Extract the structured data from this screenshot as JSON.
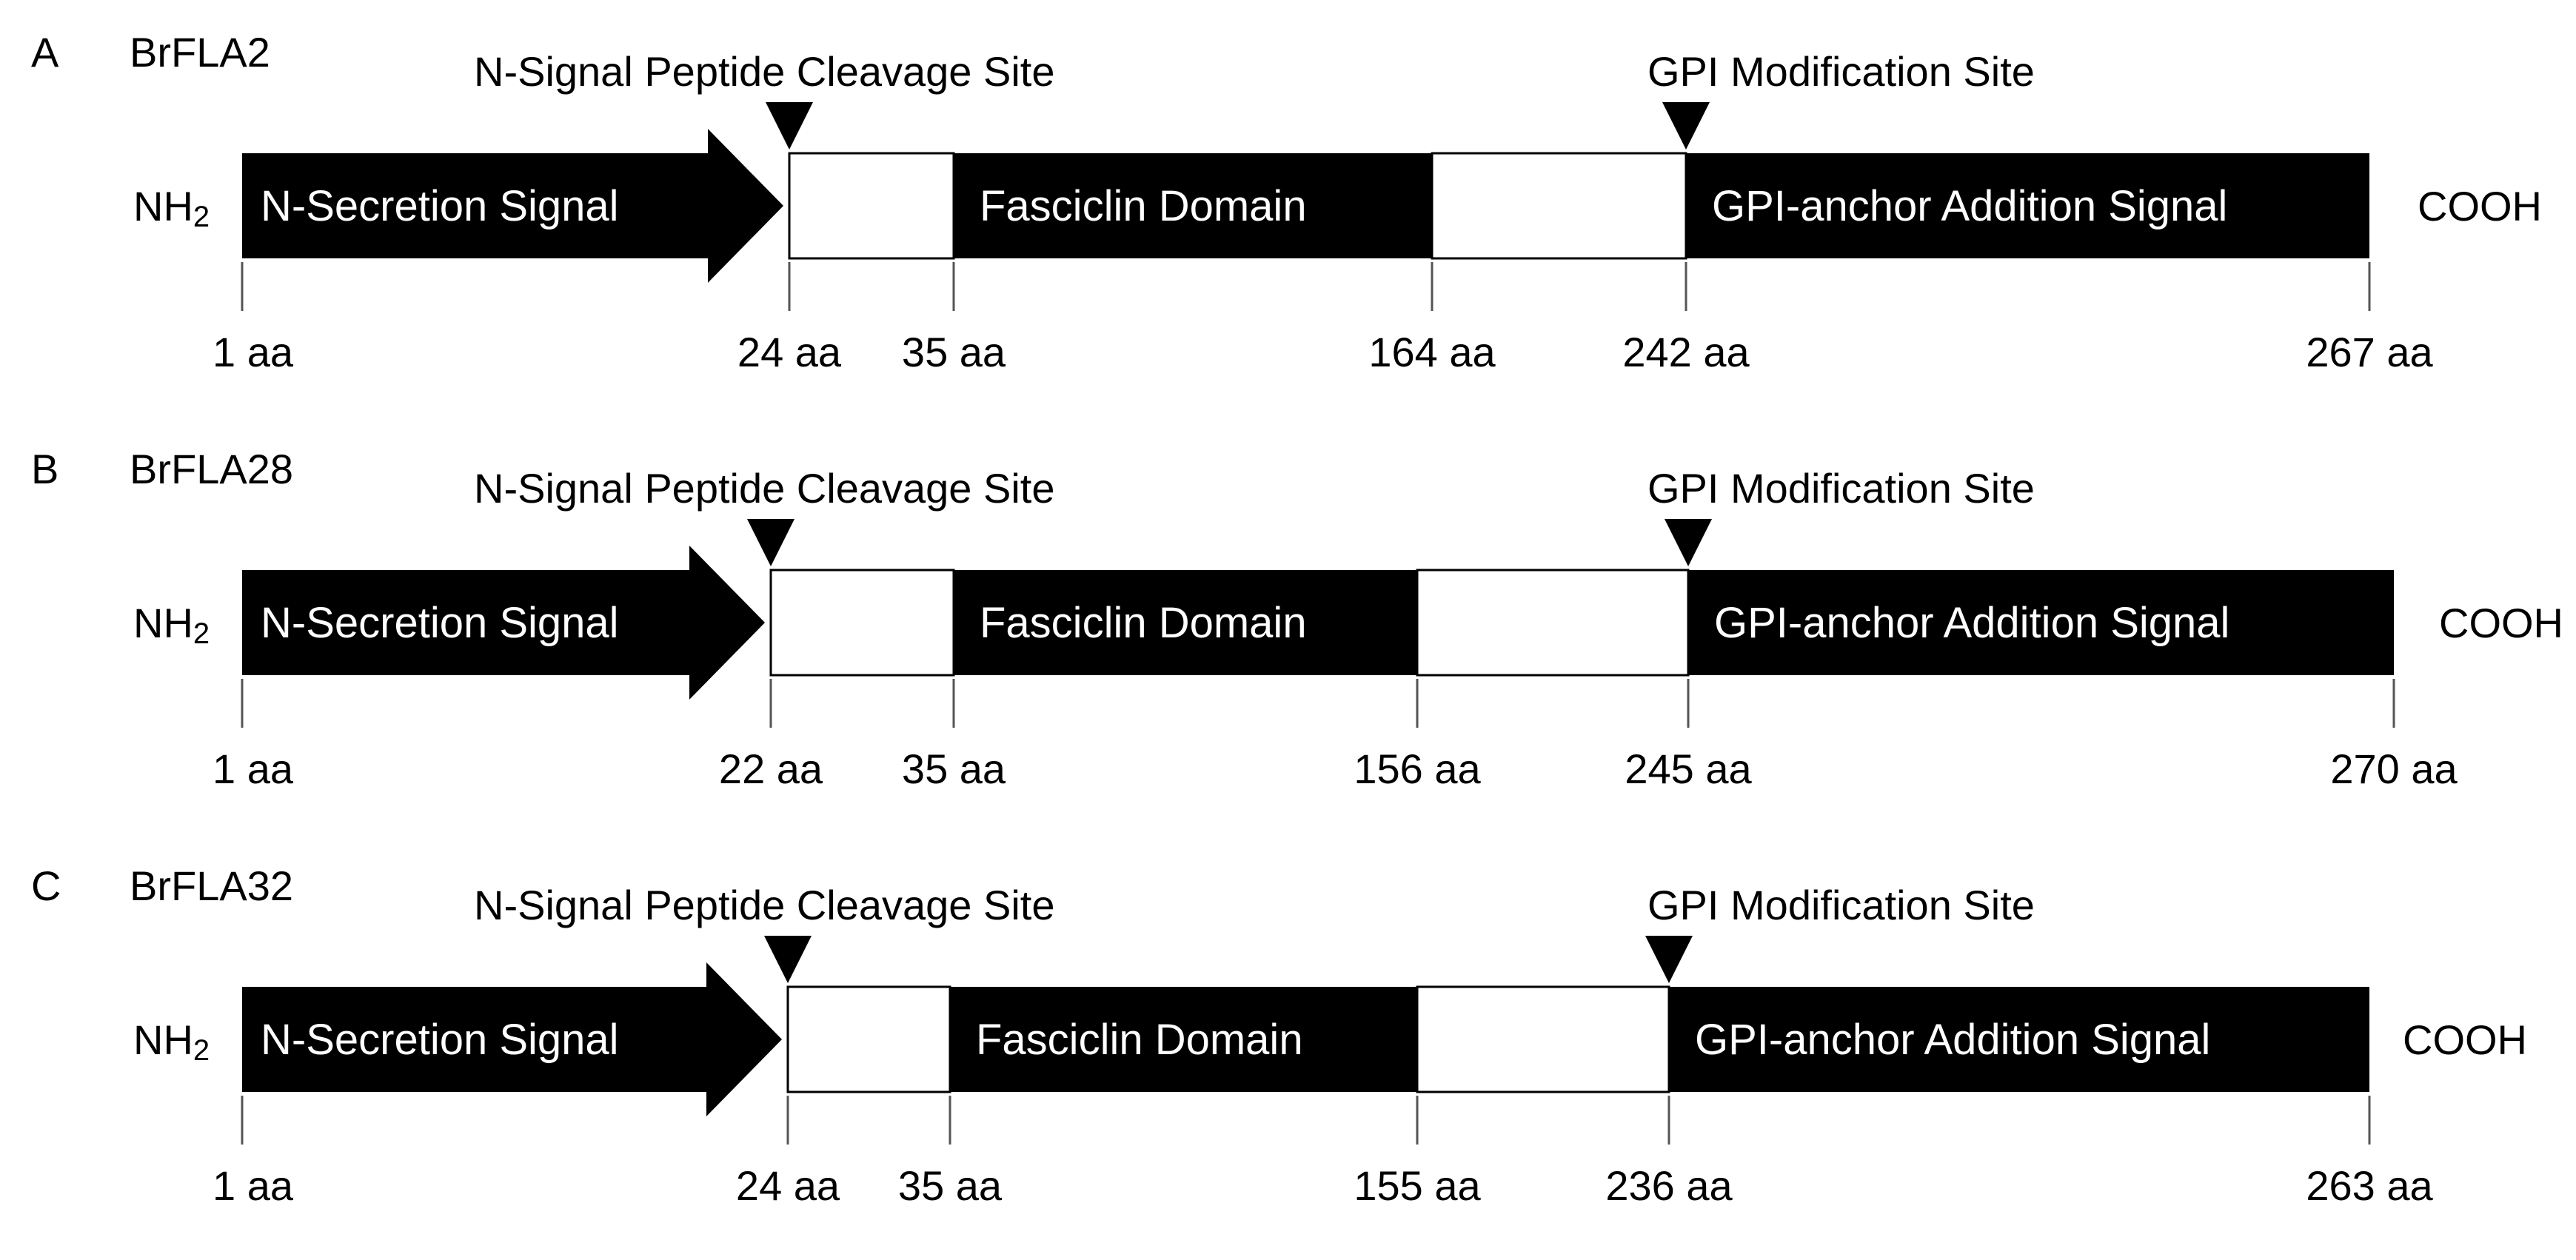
{
  "figure": {
    "panels": [
      {
        "letter": "A",
        "protein": "BrFLA2",
        "cleavage_label": "N-Signal Peptide Cleavage Site",
        "gpi_label": "GPI Modification Site",
        "n_terminus": "NH",
        "n_terminus_sub": "2",
        "c_terminus": "COOH",
        "segment_labels": {
          "secretion": "N-Secretion Signal",
          "fasciclin": "Fasciclin Domain",
          "gpi_anchor": "GPI-anchor Addition Signal"
        },
        "positions": [
          1,
          24,
          35,
          164,
          242,
          267
        ],
        "position_labels": [
          "1 aa",
          "24 aa",
          "35 aa",
          "164 aa",
          "242 aa",
          "267 aa"
        ]
      },
      {
        "letter": "B",
        "protein": "BrFLA28",
        "cleavage_label": "N-Signal Peptide Cleavage Site",
        "gpi_label": "GPI Modification Site",
        "n_terminus": "NH",
        "n_terminus_sub": "2",
        "c_terminus": "COOH",
        "segment_labels": {
          "secretion": "N-Secretion Signal",
          "fasciclin": "Fasciclin Domain",
          "gpi_anchor": "GPI-anchor Addition Signal"
        },
        "positions": [
          1,
          22,
          35,
          156,
          245,
          270
        ],
        "position_labels": [
          "1 aa",
          "22 aa",
          "35 aa",
          "156 aa",
          "245 aa",
          "270 aa"
        ]
      },
      {
        "letter": "C",
        "protein": "BrFLA32",
        "cleavage_label": "N-Signal Peptide Cleavage Site",
        "gpi_label": "GPI Modification Site",
        "n_terminus": "NH",
        "n_terminus_sub": "2",
        "c_terminus": "COOH",
        "segment_labels": {
          "secretion": "N-Secretion Signal",
          "fasciclin": "Fasciclin Domain",
          "gpi_anchor": "GPI-anchor Addition Signal"
        },
        "positions": [
          1,
          24,
          35,
          155,
          236,
          263
        ],
        "position_labels": [
          "1 aa",
          "24 aa",
          "35 aa",
          "155 aa",
          "236 aa",
          "263 aa"
        ]
      }
    ],
    "colors": {
      "filled": "#000000",
      "empty": "#ffffff",
      "text_on_fill": "#ffffff",
      "text": "#000000"
    }
  }
}
